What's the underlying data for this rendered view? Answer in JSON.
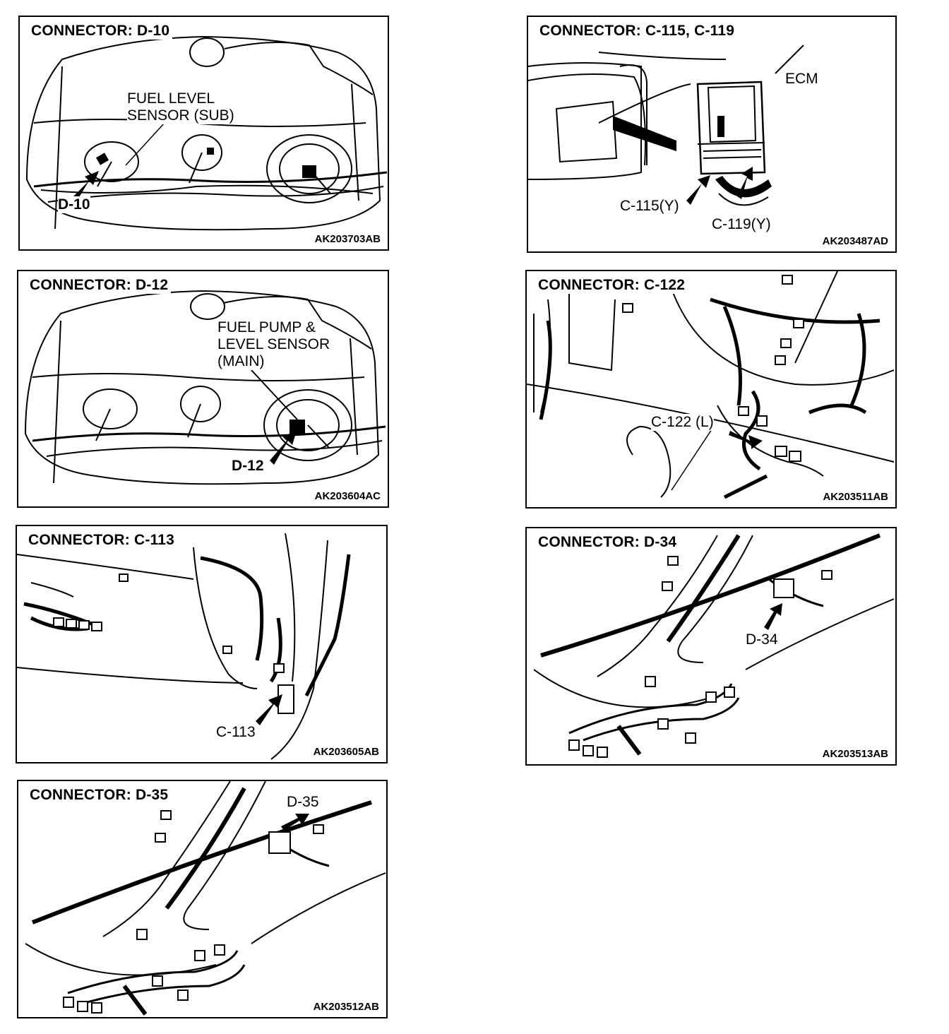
{
  "panels": [
    {
      "id": "d10",
      "title": "CONNECTOR: D-10",
      "code": "AK203703AB",
      "labels": [
        "FUEL LEVEL",
        "SENSOR (SUB)",
        "D-10"
      ]
    },
    {
      "id": "c115",
      "title": "CONNECTOR: C-115, C-119",
      "code": "AK203487AD",
      "labels": [
        "ECM",
        "C-115(Y)",
        "C-119(Y)"
      ]
    },
    {
      "id": "d12",
      "title": "CONNECTOR: D-12",
      "code": "AK203604AC",
      "labels": [
        "FUEL PUMP &",
        "LEVEL SENSOR",
        "(MAIN)",
        "D-12"
      ]
    },
    {
      "id": "c122",
      "title": "CONNECTOR: C-122",
      "code": "AK203511AB",
      "labels": [
        "C-122 (L)"
      ]
    },
    {
      "id": "c113",
      "title": "CONNECTOR: C-113",
      "code": "AK203605AB",
      "labels": [
        "C-113"
      ]
    },
    {
      "id": "d34",
      "title": "CONNECTOR: D-34",
      "code": "AK203513AB",
      "labels": [
        "D-34"
      ]
    },
    {
      "id": "d35",
      "title": "CONNECTOR: D-35",
      "code": "AK203512AB",
      "labels": [
        "D-35"
      ]
    }
  ]
}
